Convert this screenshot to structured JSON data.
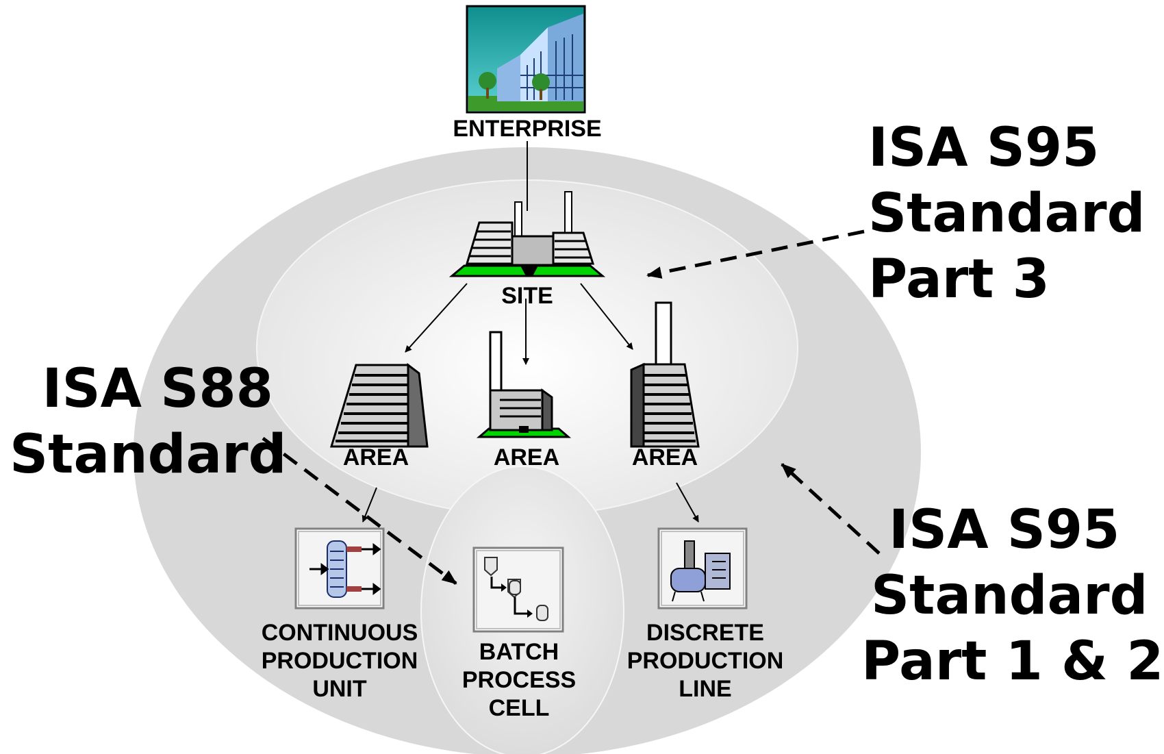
{
  "nodes": {
    "enterprise": "ENTERPRISE",
    "site": "SITE",
    "area_1": "AREA",
    "area_2": "AREA",
    "area_3": "AREA",
    "continuous": [
      "CONTINUOUS",
      "PRODUCTION",
      "UNIT"
    ],
    "batch": [
      "BATCH",
      "PROCESS",
      "CELL"
    ],
    "discrete": [
      "DISCRETE",
      "PRODUCTION",
      "LINE"
    ]
  },
  "standards": {
    "s95_part3": [
      "ISA S95",
      "Standard",
      "Part 3"
    ],
    "s88": [
      "ISA S88",
      "Standard"
    ],
    "s95_part12": [
      "ISA S95",
      "Standard",
      "Part 1 & 2"
    ]
  },
  "colors": {
    "outer_ellipse": "#d9d9d9",
    "inner_ellipse": "#ededed",
    "site_green": "#00d200",
    "building_blue": "#9fc7ef",
    "sky": "#1aa0a0"
  }
}
